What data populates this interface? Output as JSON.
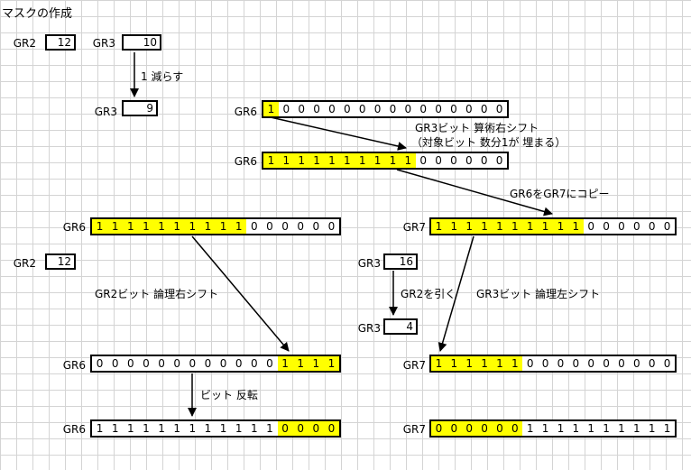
{
  "title": "マスクの作成",
  "labels": {
    "gr2": "GR2",
    "gr3": "GR3",
    "gr6": "GR6",
    "gr7": "GR7"
  },
  "values": {
    "gr2_a": "12",
    "gr3_a": "10",
    "gr3_b": "9",
    "gr2_b": "12",
    "gr3_c": "16",
    "gr3_d": "4"
  },
  "notes": {
    "decrement": "1 減らす",
    "arith_shift_1": "GR3ビット 算術右シフト",
    "arith_shift_2": "（対象ビット 数分1が 埋まる）",
    "copy": "GR6をGR7にコピー",
    "gr2_shift": "GR2ビット 論理右シフト",
    "subtract": "GR2を引く",
    "gr3_shift": "GR3ビット 論理左シフト",
    "invert": "ビット 反転"
  },
  "registers": {
    "r1": {
      "label": "GR6",
      "bits": [
        "1",
        "0",
        "0",
        "0",
        "0",
        "0",
        "0",
        "0",
        "0",
        "0",
        "0",
        "0",
        "0",
        "0",
        "0",
        "0"
      ],
      "highlight": [
        0
      ]
    },
    "r2": {
      "label": "GR6",
      "bits": [
        "1",
        "1",
        "1",
        "1",
        "1",
        "1",
        "1",
        "1",
        "1",
        "1",
        "0",
        "0",
        "0",
        "0",
        "0",
        "0"
      ],
      "highlight": [
        0,
        1,
        2,
        3,
        4,
        5,
        6,
        7,
        8,
        9
      ]
    },
    "r3": {
      "label": "GR6",
      "bits": [
        "1",
        "1",
        "1",
        "1",
        "1",
        "1",
        "1",
        "1",
        "1",
        "1",
        "0",
        "0",
        "0",
        "0",
        "0",
        "0"
      ],
      "highlight": [
        0,
        1,
        2,
        3,
        4,
        5,
        6,
        7,
        8,
        9
      ]
    },
    "r4": {
      "label": "GR7",
      "bits": [
        "1",
        "1",
        "1",
        "1",
        "1",
        "1",
        "1",
        "1",
        "1",
        "1",
        "0",
        "0",
        "0",
        "0",
        "0",
        "0"
      ],
      "highlight": [
        0,
        1,
        2,
        3,
        4,
        5,
        6,
        7,
        8,
        9
      ]
    },
    "r5": {
      "label": "GR6",
      "bits": [
        "0",
        "0",
        "0",
        "0",
        "0",
        "0",
        "0",
        "0",
        "0",
        "0",
        "0",
        "0",
        "1",
        "1",
        "1",
        "1"
      ],
      "highlight": [
        12,
        13,
        14,
        15
      ]
    },
    "r6": {
      "label": "GR7",
      "bits": [
        "1",
        "1",
        "1",
        "1",
        "1",
        "1",
        "0",
        "0",
        "0",
        "0",
        "0",
        "0",
        "0",
        "0",
        "0",
        "0"
      ],
      "highlight": [
        0,
        1,
        2,
        3,
        4,
        5
      ]
    },
    "r7": {
      "label": "GR6",
      "bits": [
        "1",
        "1",
        "1",
        "1",
        "1",
        "1",
        "1",
        "1",
        "1",
        "1",
        "1",
        "1",
        "0",
        "0",
        "0",
        "0"
      ],
      "highlight": [
        12,
        13,
        14,
        15
      ]
    },
    "r8": {
      "label": "GR7",
      "bits": [
        "0",
        "0",
        "0",
        "0",
        "0",
        "0",
        "1",
        "1",
        "1",
        "1",
        "1",
        "1",
        "1",
        "1",
        "1",
        "1"
      ],
      "highlight": [
        0,
        1,
        2,
        3,
        4,
        5
      ]
    }
  }
}
